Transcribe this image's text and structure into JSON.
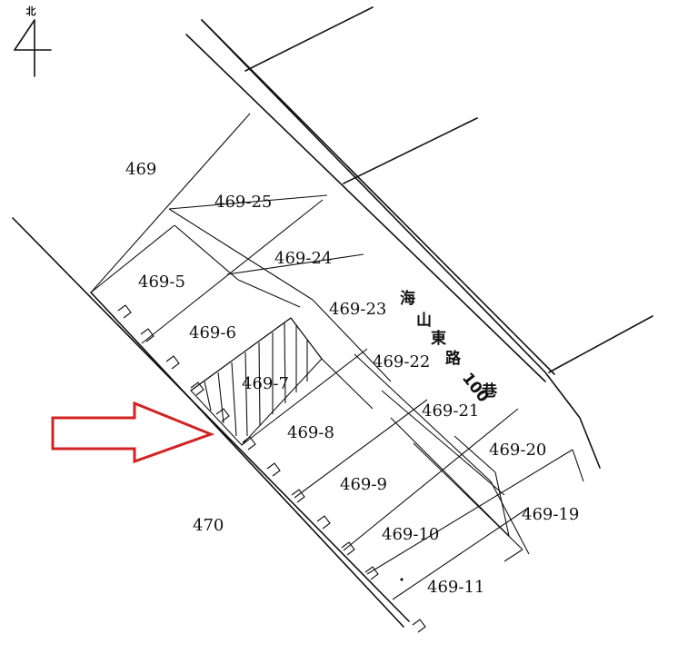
{
  "north_marker": "北",
  "parcels": {
    "p469": "469",
    "p469_25": "469-25",
    "p469_24": "469-24",
    "p469_23": "469-23",
    "p469_22": "469-22",
    "p469_21": "469-21",
    "p469_20": "469-20",
    "p469_19": "469-19",
    "p469_5": "469-5",
    "p469_6": "469-6",
    "p469_7": "469-7",
    "p469_8": "469-8",
    "p469_9": "469-9",
    "p469_10": "469-10",
    "p469_11": "469-11",
    "p470": "470"
  },
  "road": {
    "c1": "海",
    "c2": "山",
    "c3": "東",
    "c4": "路",
    "num": "100",
    "c5": "巷"
  },
  "colors": {
    "line": "#111111",
    "arrow": "#d32222",
    "background": "#ffffff"
  }
}
